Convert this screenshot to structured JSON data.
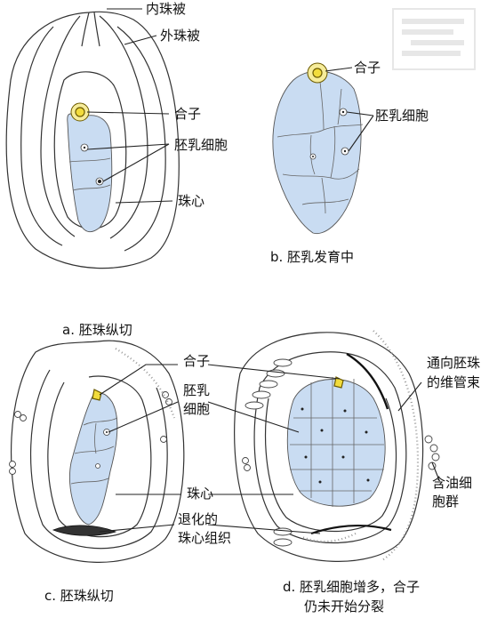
{
  "labels": {
    "a_inner_integument": "内珠被",
    "a_outer_integument": "外珠被",
    "a_zygote": "合子",
    "a_endosperm": "胚乳细胞",
    "a_nucellus": "珠心",
    "b_zygote": "合子",
    "b_endosperm": "胚乳细胞",
    "c_zygote": "合子",
    "c_endosperm_line1": "胚乳",
    "c_endosperm_line2": "细胞",
    "c_nucellus": "珠心",
    "c_degenerated_line1": "退化的",
    "c_degenerated_line2": "珠心组织",
    "d_bundle_line1": "通向胚珠",
    "d_bundle_line2": "的维管束",
    "d_oil_line1": "含油细",
    "d_oil_line2": "胞群"
  },
  "captions": {
    "a": "a. 胚珠纵切",
    "b": "b. 胚乳发育中",
    "c": "c. 胚珠纵切",
    "d_line1": "d. 胚乳细胞增多，合子",
    "d_line2": "仍未开始分裂"
  },
  "colors": {
    "endosperm_fill": "#c9dcf2",
    "zygote_fill": "#f2dc3c"
  }
}
